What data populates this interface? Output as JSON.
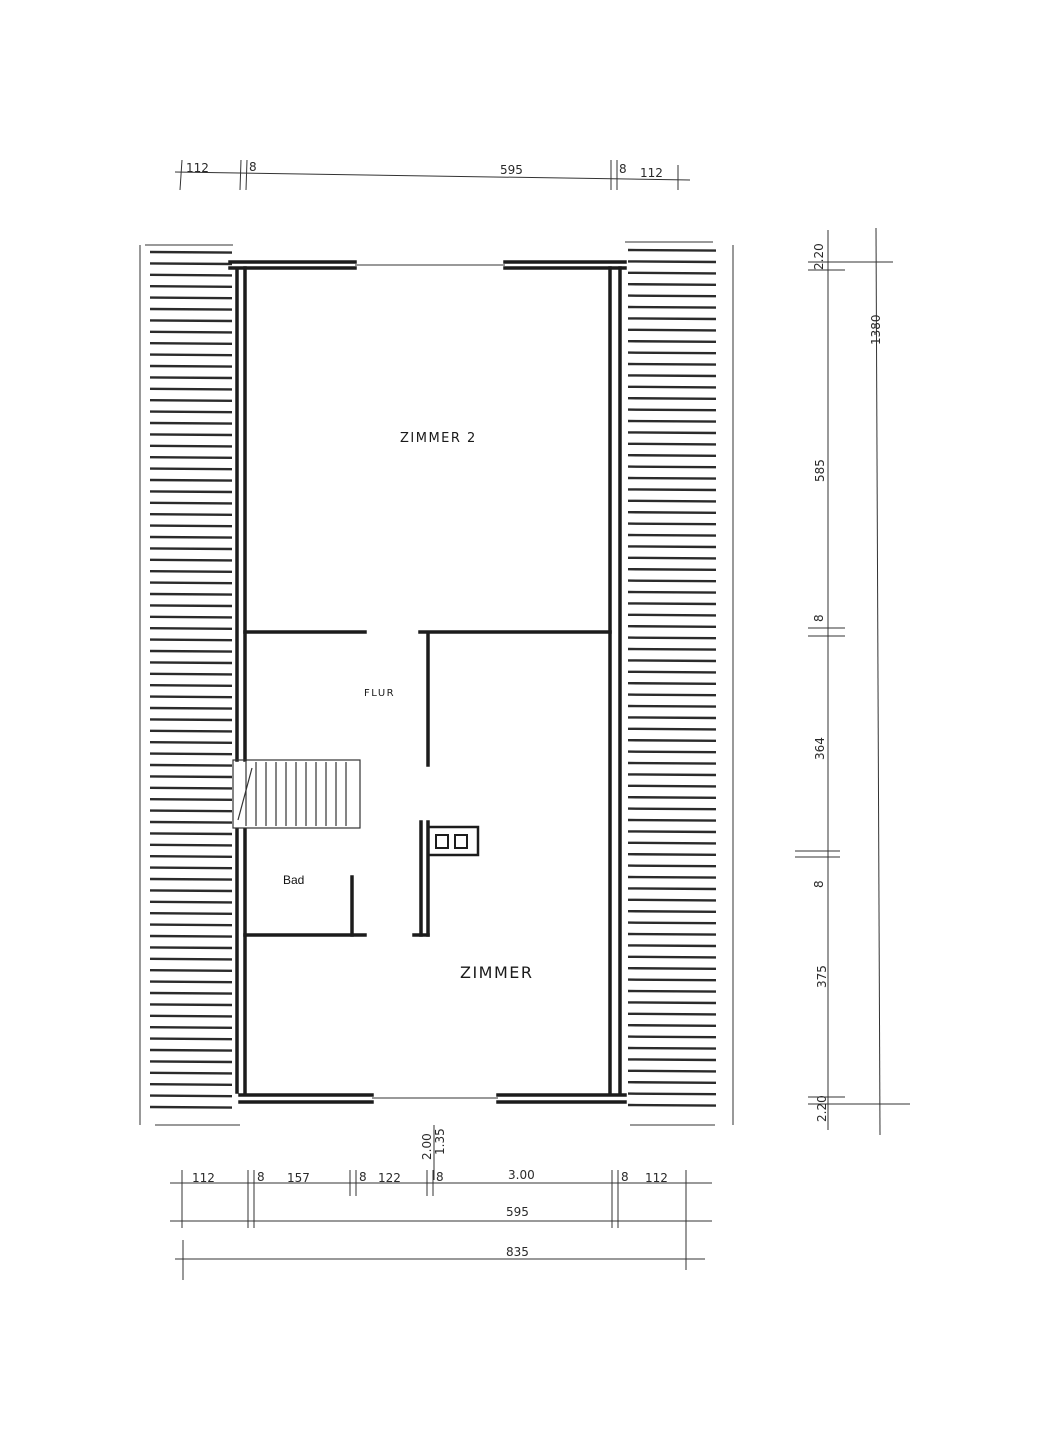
{
  "rooms": {
    "zimmer2": "ZIMMER 2",
    "flur": "FLUR",
    "bad": "Bad",
    "zimmer": "ZIMMER"
  },
  "dimensions": {
    "top": {
      "left_overhang": "112",
      "left_wall": "8",
      "span": "595",
      "right_wall": "8",
      "right_overhang": "112"
    },
    "right": {
      "top_offset": "2.20",
      "total": "1380",
      "room2": "585",
      "wall_a": "8",
      "middle": "364",
      "wall_b": "8",
      "room1": "375",
      "bottom_offset": "2.20"
    },
    "bottom_door": {
      "a": "2.00",
      "b": "1.35"
    },
    "bottom_row1": {
      "left_overhang": "112",
      "wall1": "8",
      "seg1": "157",
      "wall2": "8",
      "seg2": "122",
      "wall3": "8",
      "seg3": "3.00",
      "wall4": "8",
      "right_overhang": "112"
    },
    "bottom_row2": "595",
    "bottom_row3": "835"
  }
}
